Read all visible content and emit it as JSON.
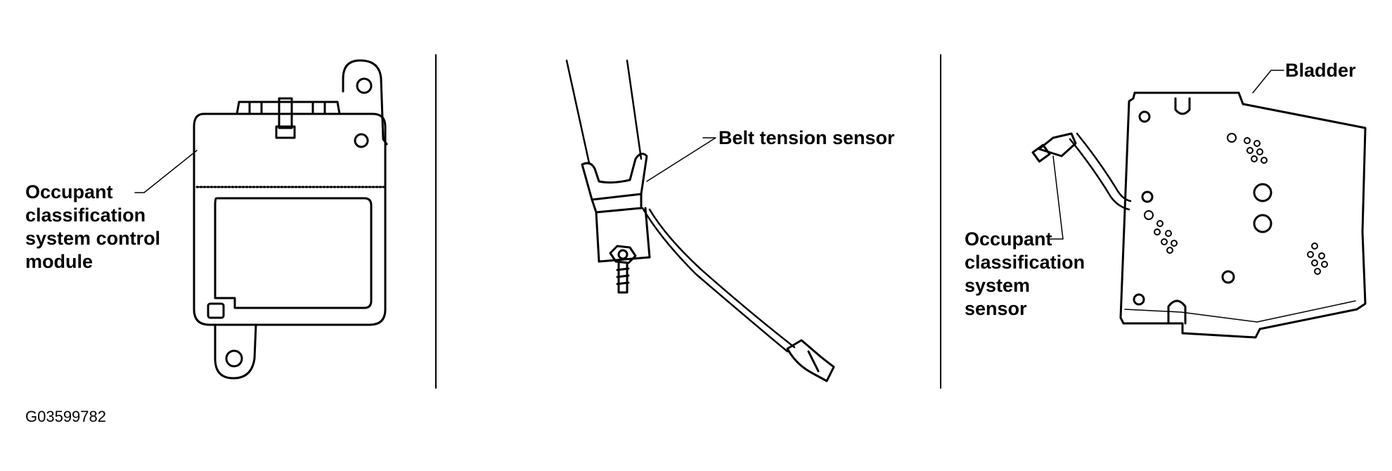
{
  "labels": {
    "control_module": [
      "Occupant",
      "classification",
      "system control",
      "module"
    ],
    "belt_sensor": "Belt tension sensor",
    "bladder": "Bladder",
    "ocs_sensor": [
      "Occupant",
      "classification",
      "system",
      "sensor"
    ]
  },
  "figure_code": "G03599782"
}
